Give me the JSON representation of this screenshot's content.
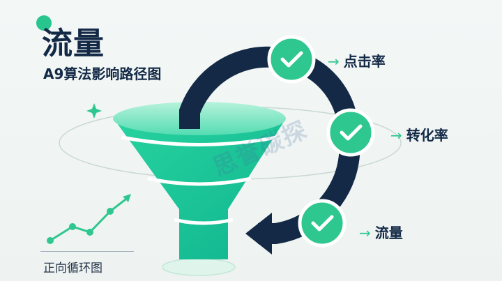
{
  "header": {
    "title": "流量",
    "subtitle": "A9算法影响路径图"
  },
  "cycle": {
    "steps": [
      {
        "label": "点击率",
        "icon": "check-icon"
      },
      {
        "label": "转化率",
        "icon": "check-icon"
      },
      {
        "label": "流量",
        "icon": "check-icon"
      }
    ],
    "caption": "正向循环图"
  },
  "watermark": "思誉碳探",
  "colors": {
    "navy": "#132946",
    "green": "#2ec78f",
    "teal": "#1ec9a6",
    "funnel_light": "#7fe3c4"
  }
}
